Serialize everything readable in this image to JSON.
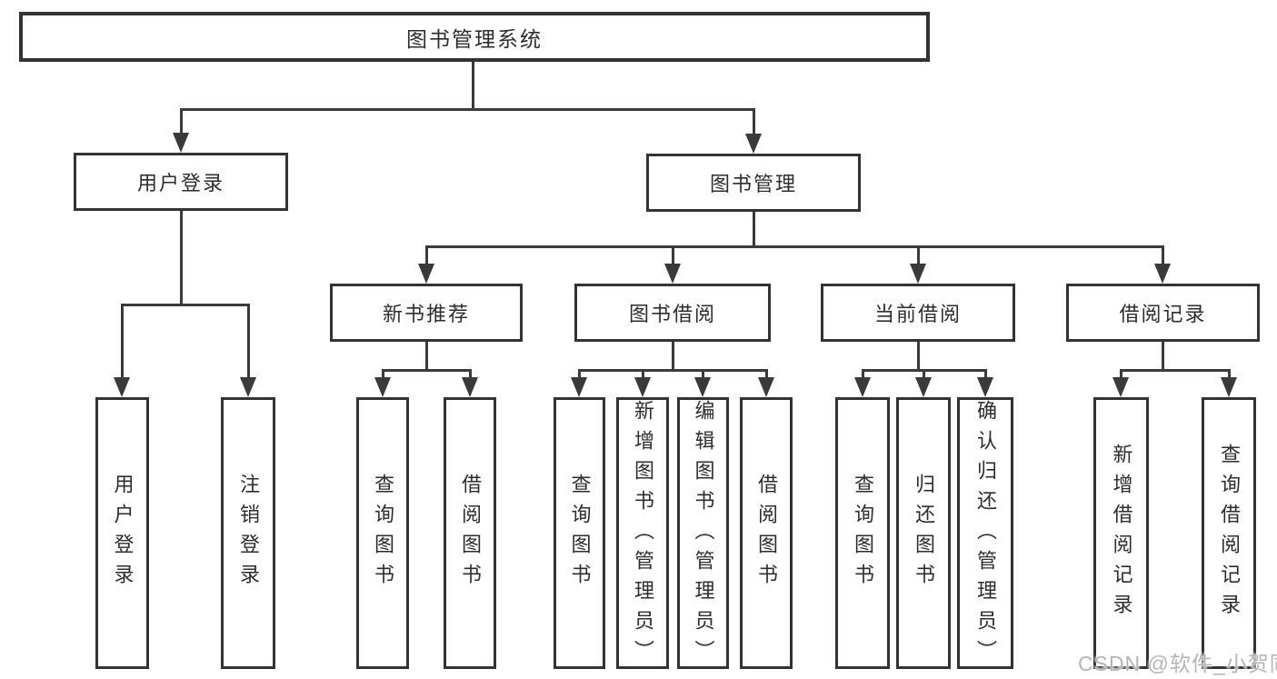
{
  "diagram": {
    "root": {
      "label": "图书管理系统"
    },
    "branches": [
      {
        "label": "用户登录",
        "children": [
          {
            "label": "用户登录"
          },
          {
            "label": "注销登录"
          }
        ]
      },
      {
        "label": "图书管理",
        "groups": [
          {
            "label": "新书推荐",
            "children": [
              {
                "label": "查询图书"
              },
              {
                "label": "借阅图书"
              }
            ]
          },
          {
            "label": "图书借阅",
            "children": [
              {
                "label": "查询图书"
              },
              {
                "label": "新增图书（管理员）"
              },
              {
                "label": "编辑图书（管理员）"
              },
              {
                "label": "借阅图书"
              }
            ]
          },
          {
            "label": "当前借阅",
            "children": [
              {
                "label": "查询图书"
              },
              {
                "label": "归还图书"
              },
              {
                "label": "确认归还（管理员）"
              }
            ]
          },
          {
            "label": "借阅记录",
            "children": [
              {
                "label": "新增借阅记录"
              },
              {
                "label": "查询借阅记录"
              }
            ]
          }
        ]
      }
    ]
  },
  "watermark": {
    "text": "CSDN @软件_小贺同学"
  },
  "colors": {
    "line": "#3a3a3a",
    "box_border": "#333333",
    "box_fill": "#ffffff",
    "text": "#2d2d2d",
    "watermark": "#b5b5b5",
    "background": "#ffffff"
  }
}
